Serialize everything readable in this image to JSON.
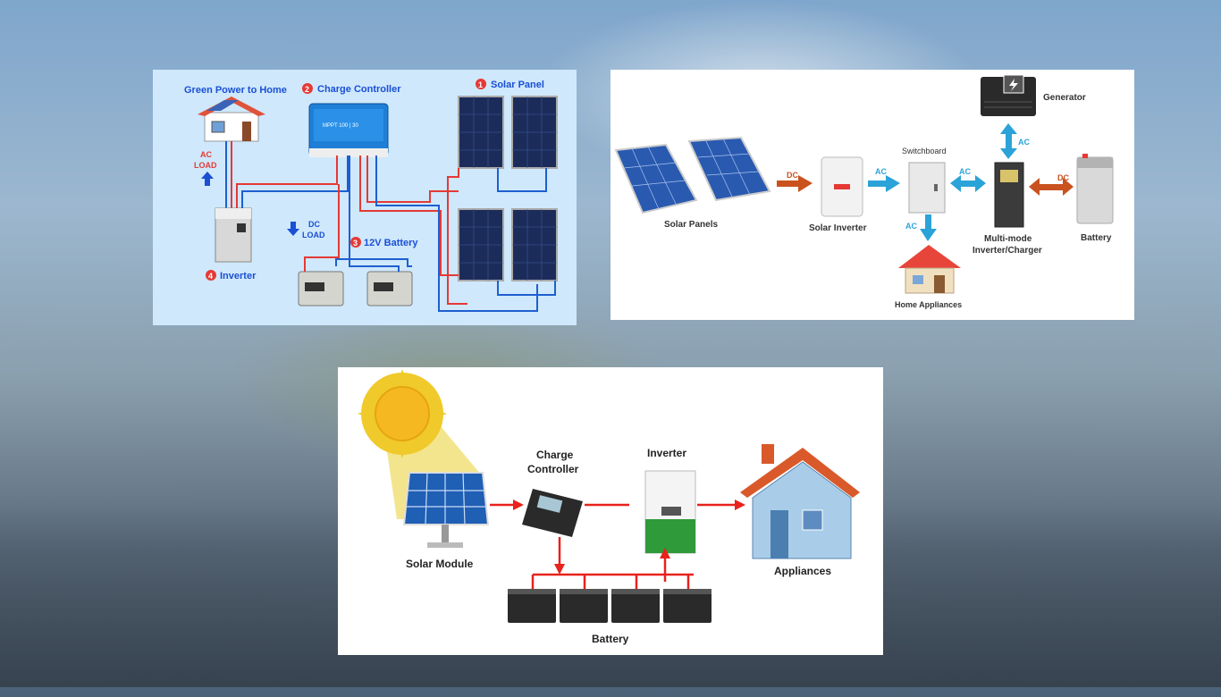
{
  "diagram1": {
    "green_power": "Green Power to Home",
    "charge_controller": "Charge Controller",
    "charge_controller_num": "2",
    "solar_panel": "Solar Panel",
    "solar_panel_num": "1",
    "ac_load_1": "AC",
    "ac_load_2": "LOAD",
    "dc_load_1": "DC",
    "dc_load_2": "LOAD",
    "battery": "12V Battery",
    "battery_num": "3",
    "inverter": "Inverter",
    "inverter_num": "4",
    "controller_text": "MPPT 100 | 30"
  },
  "diagram2": {
    "solar_panels": "Solar Panels",
    "dc1": "DC",
    "solar_inverter": "Solar Inverter",
    "ac1": "AC",
    "switchboard": "Switchboard",
    "ac2": "AC",
    "ac3": "AC",
    "generator": "Generator",
    "ac4": "AC",
    "multimode_1": "Multi-mode",
    "multimode_2": "Inverter/Charger",
    "dc2": "DC",
    "battery": "Battery",
    "home_appliances": "Home Appliances"
  },
  "diagram3": {
    "solar_module": "Solar Module",
    "charge_controller_1": "Charge",
    "charge_controller_2": "Controller",
    "inverter": "Inverter",
    "appliances": "Appliances",
    "battery": "Battery"
  },
  "colors": {
    "red_wire": "#e53935",
    "blue_wire": "#1e5fd0",
    "label_blue": "#1a4fd6",
    "arrow_orange": "#c9521f",
    "arrow_cyan": "#2ba3d8",
    "arrow_red": "#e8221c"
  }
}
